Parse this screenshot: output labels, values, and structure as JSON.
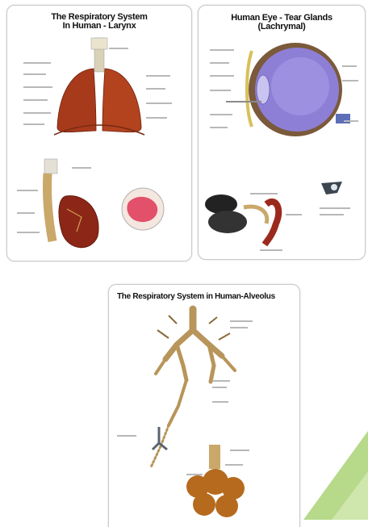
{
  "posters": {
    "larynx": {
      "title_line1": "The Respiratory System",
      "title_line2": "In Human - Larynx"
    },
    "eye": {
      "title_line1": "Human Eye - Tear Glands",
      "title_line2": "(Lachrymal)"
    },
    "alveolus": {
      "title": "The Respiratory System in Human-Alveolus"
    }
  },
  "colors": {
    "lung": "#a83a1c",
    "eye_purple": "#8e7fd6",
    "trachea": "#c9a86a",
    "accent_green": "#b6d98a"
  }
}
